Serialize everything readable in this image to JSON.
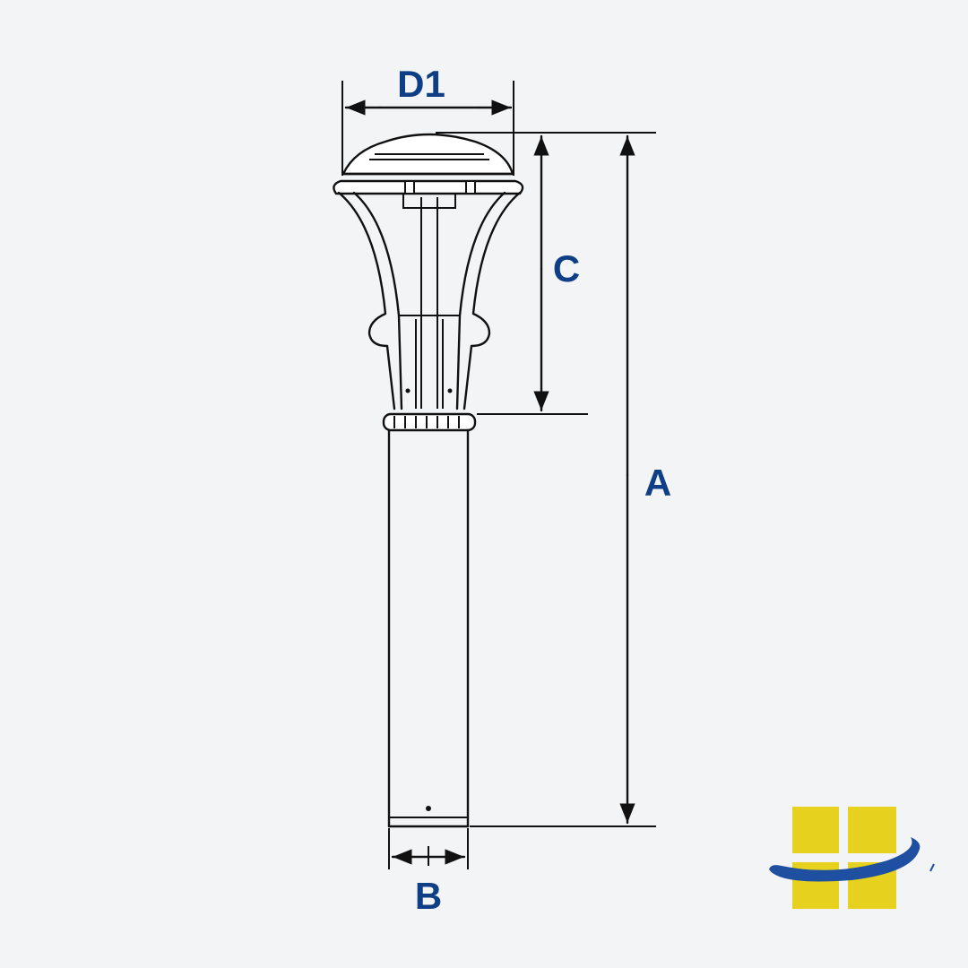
{
  "dimensions": {
    "d1": "D1",
    "c": "C",
    "a": "A",
    "b": "B"
  },
  "colors": {
    "background": "#f3f4f6",
    "label": "#0d3e86",
    "outline": "#111111",
    "logo_yellow": "#e6d21e",
    "logo_swoosh": "#1f4fa0"
  },
  "icons": {
    "logo": "window-swoosh-logo"
  }
}
